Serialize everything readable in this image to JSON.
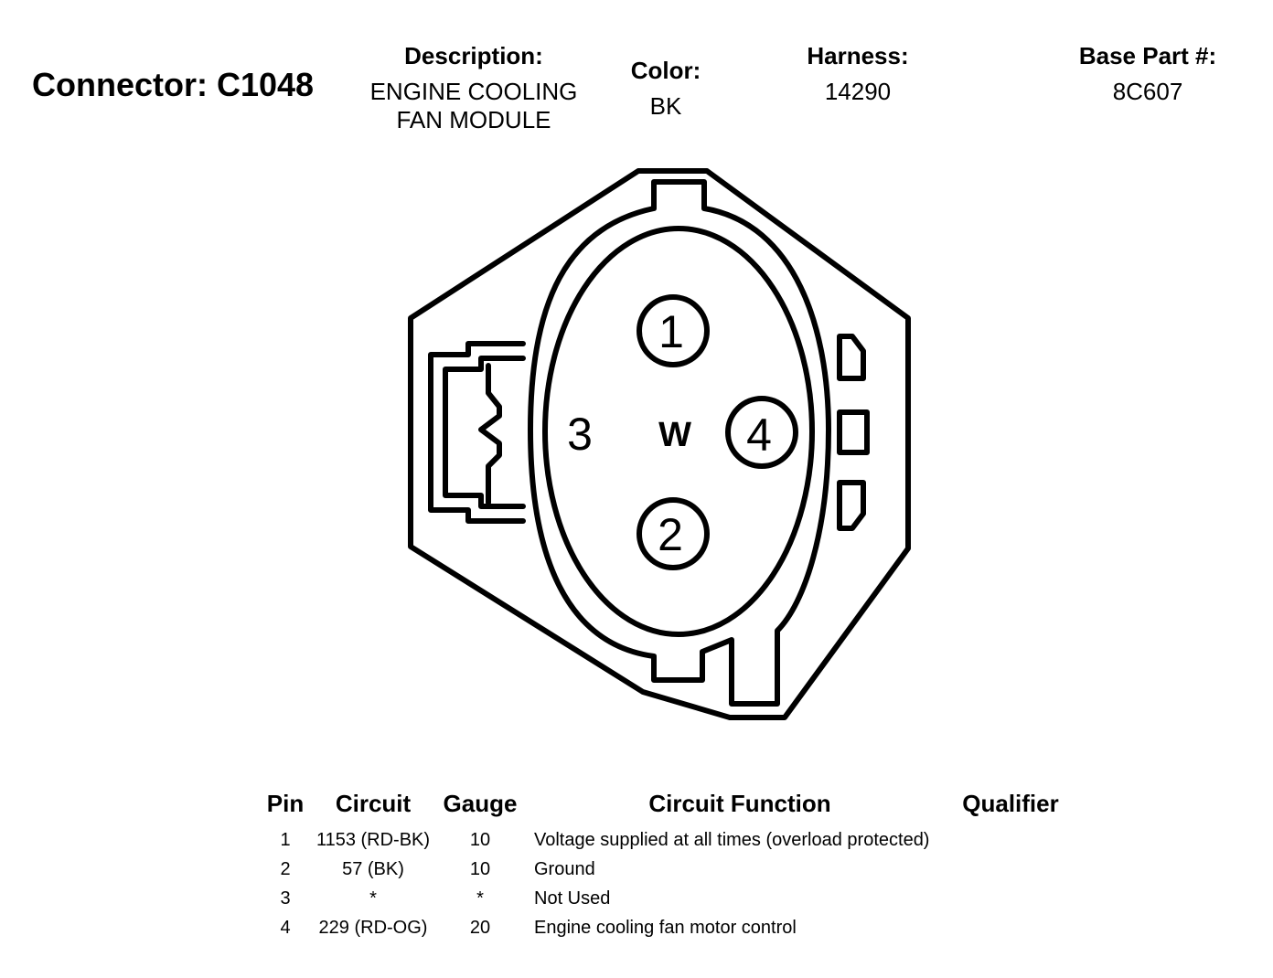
{
  "connector": {
    "title": "Connector: C1048",
    "description_label": "Description:",
    "description_value": "ENGINE COOLING\nFAN MODULE",
    "color_label": "Color:",
    "color_value": "BK",
    "harness_label": "Harness:",
    "harness_value": "14290",
    "base_part_label": "Base Part #:",
    "base_part_value": "8C607"
  },
  "diagram": {
    "pin_labels": [
      "1",
      "2",
      "3",
      "4"
    ],
    "center_mark": "W"
  },
  "table": {
    "headers": [
      "Pin",
      "Circuit",
      "Gauge",
      "Circuit Function",
      "Qualifier"
    ],
    "rows": [
      {
        "pin": "1",
        "circuit": "1153 (RD-BK)",
        "gauge": "10",
        "function": "Voltage supplied at all times (overload protected)",
        "qualifier": ""
      },
      {
        "pin": "2",
        "circuit": "57 (BK)",
        "gauge": "10",
        "function": "Ground",
        "qualifier": ""
      },
      {
        "pin": "3",
        "circuit": "*",
        "gauge": "*",
        "function": "Not Used",
        "qualifier": ""
      },
      {
        "pin": "4",
        "circuit": "229 (RD-OG)",
        "gauge": "20",
        "function": "Engine cooling fan motor control",
        "qualifier": ""
      }
    ]
  }
}
